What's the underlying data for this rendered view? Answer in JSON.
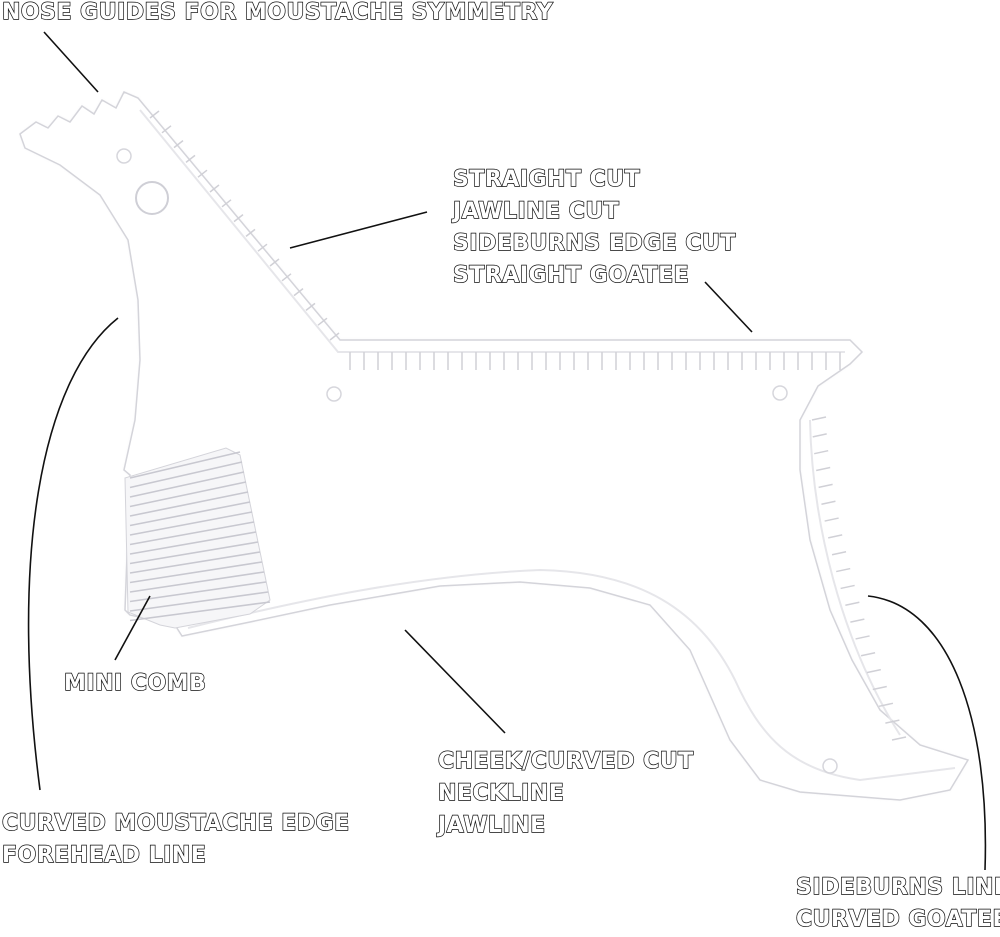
{
  "labels": {
    "nose_guides": "NOSE GUIDES FOR MOUSTACHE SYMMETRY",
    "straight_group": [
      "STRAIGHT CUT",
      "JAWLINE CUT",
      "SIDEBURNS EDGE CUT",
      "STRAIGHT GOATEE"
    ],
    "mini_comb": "MINI COMB",
    "curved_moustache_group": [
      "CURVED MOUSTACHE EDGE",
      "FOREHEAD LINE"
    ],
    "cheek_group": [
      "CHEEK/CURVED CUT",
      "NECKLINE",
      "JAWLINE"
    ],
    "sideburns_group": [
      "SIDEBURNS LINE",
      "CURVED GOATEE"
    ]
  },
  "colors": {
    "label_fill": "#ffffff",
    "label_outline": "#111111",
    "leader_line": "#111111",
    "tool_body": "#ffffff",
    "tool_edge": "#d8d8dc"
  }
}
